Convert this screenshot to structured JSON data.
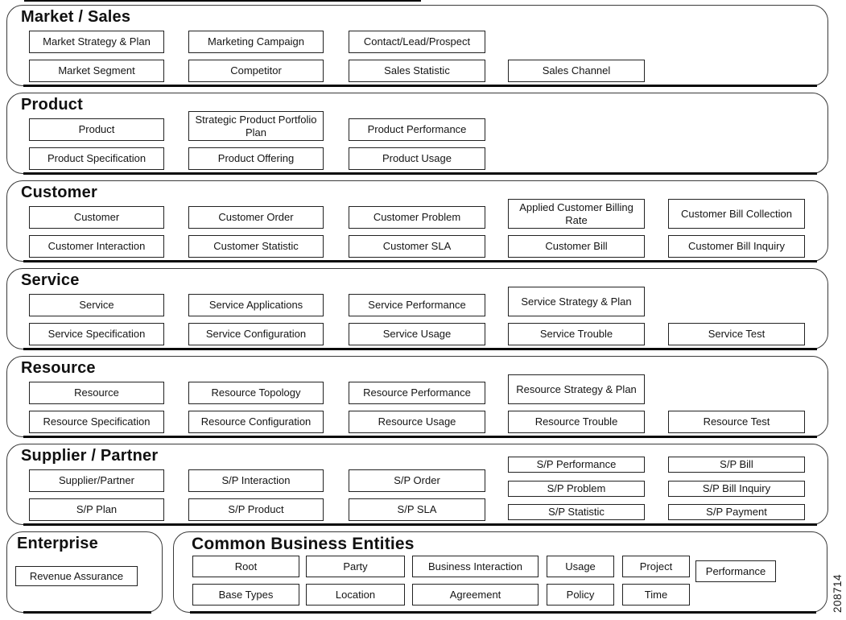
{
  "figure_number": "208714",
  "sections": [
    {
      "id": "market-sales",
      "title": "Market / Sales",
      "boxes": [
        {
          "label": "Market Strategy & Plan",
          "col": 1,
          "row": 1
        },
        {
          "label": "Marketing Campaign",
          "col": 2,
          "row": 1
        },
        {
          "label": "Contact/Lead/Prospect",
          "col": 3,
          "row": 1
        },
        {
          "label": "Market Segment",
          "col": 1,
          "row": 2
        },
        {
          "label": "Competitor",
          "col": 2,
          "row": 2
        },
        {
          "label": "Sales Statistic",
          "col": 3,
          "row": 2
        },
        {
          "label": "Sales Channel",
          "col": 4,
          "row": 2
        }
      ]
    },
    {
      "id": "product",
      "title": "Product",
      "boxes": [
        {
          "label": "Product",
          "col": 1,
          "row": 1
        },
        {
          "label": "Strategic Product Portfolio Plan",
          "col": 2,
          "row": 1,
          "variant": "tall"
        },
        {
          "label": "Product Performance",
          "col": 3,
          "row": 1
        },
        {
          "label": "Product Specification",
          "col": 1,
          "row": 2
        },
        {
          "label": "Product Offering",
          "col": 2,
          "row": 2
        },
        {
          "label": "Product Usage",
          "col": 3,
          "row": 2
        }
      ]
    },
    {
      "id": "customer",
      "title": "Customer",
      "boxes": [
        {
          "label": "Customer",
          "col": 1,
          "row": 1
        },
        {
          "label": "Customer Order",
          "col": 2,
          "row": 1
        },
        {
          "label": "Customer Problem",
          "col": 3,
          "row": 1
        },
        {
          "label": "Applied Customer Billing Rate",
          "col": 4,
          "row": 1,
          "variant": "tall"
        },
        {
          "label": "Customer Bill Collection",
          "col": 5,
          "row": 1,
          "variant": "tall"
        },
        {
          "label": "Customer Interaction",
          "col": 1,
          "row": 2
        },
        {
          "label": "Customer Statistic",
          "col": 2,
          "row": 2
        },
        {
          "label": "Customer SLA",
          "col": 3,
          "row": 2
        },
        {
          "label": "Customer Bill",
          "col": 4,
          "row": 2
        },
        {
          "label": "Customer Bill Inquiry",
          "col": 5,
          "row": 2
        }
      ]
    },
    {
      "id": "service",
      "title": "Service",
      "boxes": [
        {
          "label": "Service",
          "col": 1,
          "row": 1
        },
        {
          "label": "Service Applications",
          "col": 2,
          "row": 1
        },
        {
          "label": "Service Performance",
          "col": 3,
          "row": 1
        },
        {
          "label": "Service Strategy & Plan",
          "col": 4,
          "row": 1,
          "variant": "tall"
        },
        {
          "label": "Service Specification",
          "col": 1,
          "row": 2
        },
        {
          "label": "Service Configuration",
          "col": 2,
          "row": 2
        },
        {
          "label": "Service Usage",
          "col": 3,
          "row": 2
        },
        {
          "label": "Service Trouble",
          "col": 4,
          "row": 2
        },
        {
          "label": "Service Test",
          "col": 5,
          "row": 2
        }
      ]
    },
    {
      "id": "resource",
      "title": "Resource",
      "boxes": [
        {
          "label": "Resource",
          "col": 1,
          "row": 1
        },
        {
          "label": "Resource Topology",
          "col": 2,
          "row": 1
        },
        {
          "label": "Resource Performance",
          "col": 3,
          "row": 1
        },
        {
          "label": "Resource Strategy & Plan",
          "col": 4,
          "row": 1,
          "variant": "tall"
        },
        {
          "label": "Resource Specification",
          "col": 1,
          "row": 2
        },
        {
          "label": "Resource Configuration",
          "col": 2,
          "row": 2
        },
        {
          "label": "Resource Usage",
          "col": 3,
          "row": 2
        },
        {
          "label": "Resource Trouble",
          "col": 4,
          "row": 2
        },
        {
          "label": "Resource Test",
          "col": 5,
          "row": 2
        }
      ]
    },
    {
      "id": "supplier-partner",
      "title": "Supplier / Partner",
      "boxes": [
        {
          "label": "Supplier/Partner",
          "col": 1,
          "row": 1
        },
        {
          "label": "S/P Interaction",
          "col": 2,
          "row": 1
        },
        {
          "label": "S/P Order",
          "col": 3,
          "row": 1
        },
        {
          "label": "S/P Plan",
          "col": 1,
          "row": 2
        },
        {
          "label": "S/P Product",
          "col": 2,
          "row": 2
        },
        {
          "label": "S/P SLA",
          "col": 3,
          "row": 2
        },
        {
          "label": "S/P Performance",
          "col": 4,
          "row": 1,
          "variant": "compact"
        },
        {
          "label": "S/P Problem",
          "col": 4,
          "row": 2,
          "variant": "compact"
        },
        {
          "label": "S/P Statistic",
          "col": 4,
          "row": 3,
          "variant": "compact"
        },
        {
          "label": "S/P Bill",
          "col": 5,
          "row": 1,
          "variant": "compact"
        },
        {
          "label": "S/P Bill Inquiry",
          "col": 5,
          "row": 2,
          "variant": "compact"
        },
        {
          "label": "S/P Payment",
          "col": 5,
          "row": 3,
          "variant": "compact"
        }
      ]
    },
    {
      "id": "enterprise",
      "title": "Enterprise",
      "boxes": [
        {
          "label": "Revenue Assurance",
          "col": 1,
          "row": 1
        }
      ]
    },
    {
      "id": "common-business-entities",
      "title": "Common Business Entities",
      "boxes": [
        {
          "label": "Root",
          "col": 1,
          "row": 1
        },
        {
          "label": "Party",
          "col": 2,
          "row": 1
        },
        {
          "label": "Business Interaction",
          "col": 3,
          "row": 1
        },
        {
          "label": "Usage",
          "col": 4,
          "row": 1
        },
        {
          "label": "Project",
          "col": 5,
          "row": 1
        },
        {
          "label": "Performance",
          "col": 6,
          "row": 1
        },
        {
          "label": "Base Types",
          "col": 1,
          "row": 2
        },
        {
          "label": "Location",
          "col": 2,
          "row": 2
        },
        {
          "label": "Agreement",
          "col": 3,
          "row": 2
        },
        {
          "label": "Policy",
          "col": 4,
          "row": 2
        },
        {
          "label": "Time",
          "col": 5,
          "row": 2
        }
      ]
    }
  ]
}
